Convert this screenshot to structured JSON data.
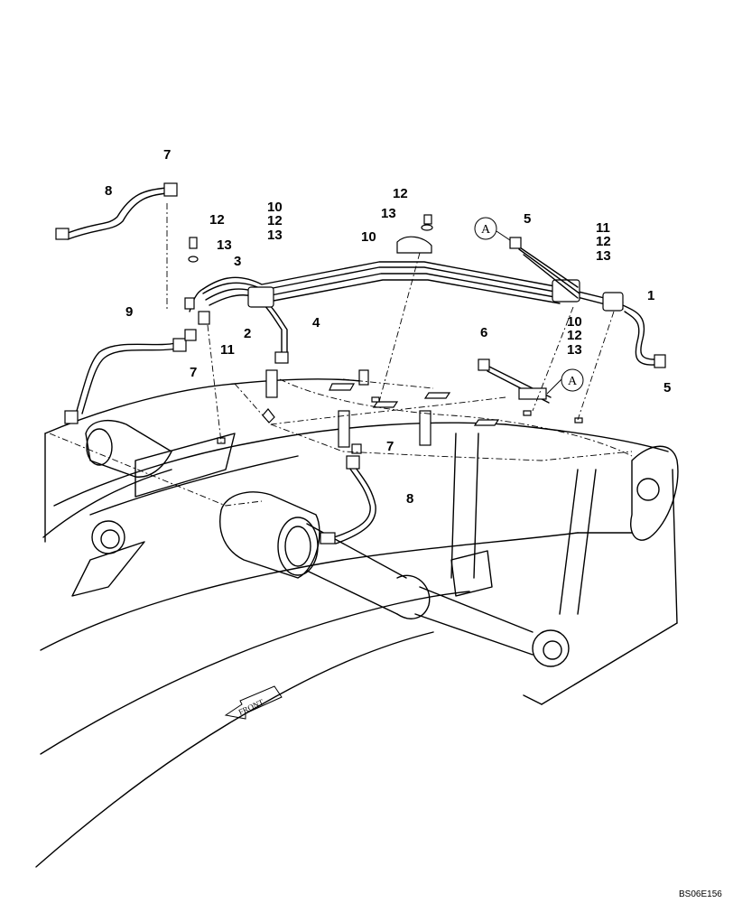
{
  "callouts": {
    "p1": "1",
    "p2": "2",
    "p3": "3",
    "p4": "4",
    "p5a": "5",
    "p5b": "5",
    "p6": "6",
    "p7a": "7",
    "p7b": "7",
    "p7c": "7",
    "p8a": "8",
    "p8b": "8",
    "p9": "9",
    "p10a": "10",
    "p10b": "10",
    "p10c": "10",
    "p11a": "11",
    "p11b": "11",
    "p12a": "12",
    "p12b": "12",
    "p12c": "12",
    "p12d": "12",
    "p12e": "12",
    "p13a": "13",
    "p13b": "13",
    "p13c": "13",
    "p13d": "13",
    "p13e": "13"
  },
  "view_markers": {
    "a1": "A",
    "a2": "A"
  },
  "front_arrow_label": "FRONT",
  "drawing_code": "BS06E156"
}
